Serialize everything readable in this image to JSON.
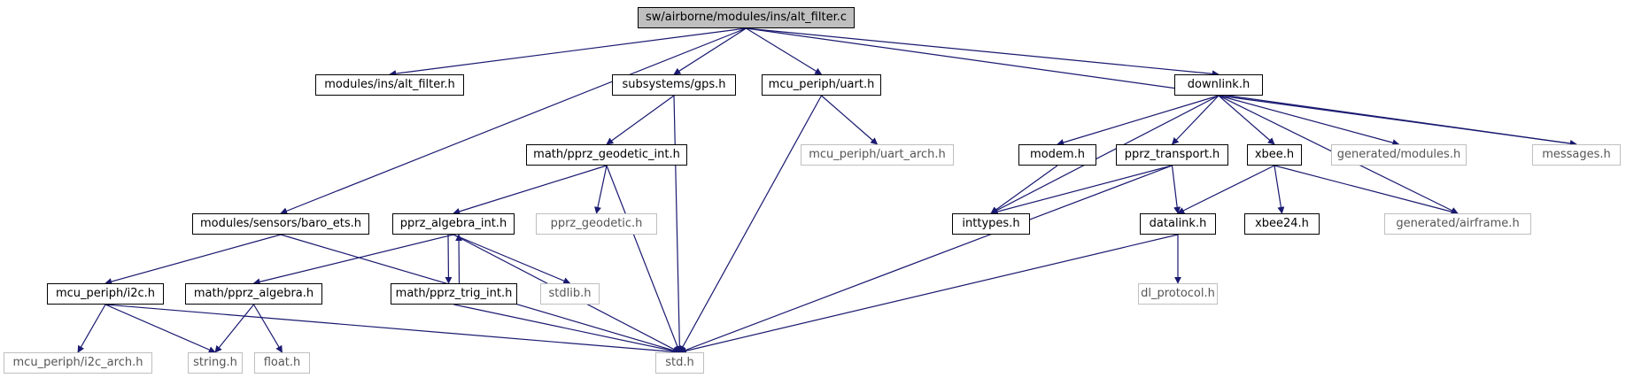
{
  "graph": {
    "root": "sw/airborne/modules/ins/alt_filter.c",
    "nodes": {
      "root": "sw/airborne/modules/ins/alt_filter.c",
      "alt_filter_h": "modules/ins/alt_filter.h",
      "gps_h": "subsystems/gps.h",
      "uart_h": "mcu_periph/uart.h",
      "downlink_h": "downlink.h",
      "messages_h": "messages.h",
      "uart_arch_h": "mcu_periph/uart_arch.h",
      "geodetic_int_h": "math/pprz_geodetic_int.h",
      "modem_h": "modem.h",
      "transport_h": "pprz_transport.h",
      "xbee_h": "xbee.h",
      "gen_modules_h": "generated/modules.h",
      "baro_ets_h": "modules/sensors/baro_ets.h",
      "algebra_int_h": "pprz_algebra_int.h",
      "geodetic_h": "pprz_geodetic.h",
      "inttypes_h": "inttypes.h",
      "datalink_h": "datalink.h",
      "xbee24_h": "xbee24.h",
      "gen_airframe_h": "generated/airframe.h",
      "i2c_h": "mcu_periph/i2c.h",
      "algebra_h": "math/pprz_algebra.h",
      "trig_int_h": "math/pprz_trig_int.h",
      "stdlib_h": "stdlib.h",
      "dl_protocol_h": "dl_protocol.h",
      "i2c_arch_h": "mcu_periph/i2c_arch.h",
      "string_h": "string.h",
      "float_h": "float.h",
      "std_h": "std.h"
    },
    "external_nodes": [
      "uart_arch_h",
      "gen_modules_h",
      "messages_h",
      "geodetic_h",
      "gen_airframe_h",
      "stdlib_h",
      "dl_protocol_h",
      "i2c_arch_h",
      "string_h",
      "float_h",
      "std_h"
    ],
    "edges": [
      [
        "root",
        "alt_filter_h"
      ],
      [
        "root",
        "baro_ets_h"
      ],
      [
        "root",
        "gps_h"
      ],
      [
        "root",
        "uart_h"
      ],
      [
        "root",
        "downlink_h"
      ],
      [
        "root",
        "messages_h"
      ],
      [
        "gps_h",
        "geodetic_int_h"
      ],
      [
        "gps_h",
        "std_h"
      ],
      [
        "uart_h",
        "uart_arch_h"
      ],
      [
        "uart_h",
        "std_h"
      ],
      [
        "downlink_h",
        "inttypes_h"
      ],
      [
        "downlink_h",
        "modem_h"
      ],
      [
        "downlink_h",
        "transport_h"
      ],
      [
        "downlink_h",
        "xbee_h"
      ],
      [
        "downlink_h",
        "gen_modules_h"
      ],
      [
        "downlink_h",
        "messages_h"
      ],
      [
        "downlink_h",
        "gen_airframe_h"
      ],
      [
        "modem_h",
        "inttypes_h"
      ],
      [
        "transport_h",
        "inttypes_h"
      ],
      [
        "transport_h",
        "datalink_h"
      ],
      [
        "transport_h",
        "std_h"
      ],
      [
        "xbee_h",
        "datalink_h"
      ],
      [
        "xbee_h",
        "xbee24_h"
      ],
      [
        "xbee_h",
        "gen_airframe_h"
      ],
      [
        "datalink_h",
        "dl_protocol_h"
      ],
      [
        "datalink_h",
        "std_h"
      ],
      [
        "geodetic_int_h",
        "algebra_int_h"
      ],
      [
        "geodetic_int_h",
        "geodetic_h"
      ],
      [
        "geodetic_int_h",
        "std_h"
      ],
      [
        "baro_ets_h",
        "i2c_h"
      ],
      [
        "baro_ets_h",
        "std_h"
      ],
      [
        "algebra_int_h",
        "algebra_h"
      ],
      [
        "algebra_int_h",
        "trig_int_h"
      ],
      [
        "algebra_int_h",
        "stdlib_h"
      ],
      [
        "algebra_int_h",
        "std_h"
      ],
      [
        "trig_int_h",
        "algebra_int_h"
      ],
      [
        "trig_int_h",
        "std_h"
      ],
      [
        "i2c_h",
        "i2c_arch_h"
      ],
      [
        "i2c_h",
        "string_h"
      ],
      [
        "i2c_h",
        "std_h"
      ],
      [
        "algebra_h",
        "string_h"
      ],
      [
        "algebra_h",
        "float_h"
      ]
    ],
    "colors": {
      "edge": "#191970",
      "node_border": "#000000",
      "external_border": "#bfbfbf",
      "root_fill": "#bfbfbf"
    }
  }
}
